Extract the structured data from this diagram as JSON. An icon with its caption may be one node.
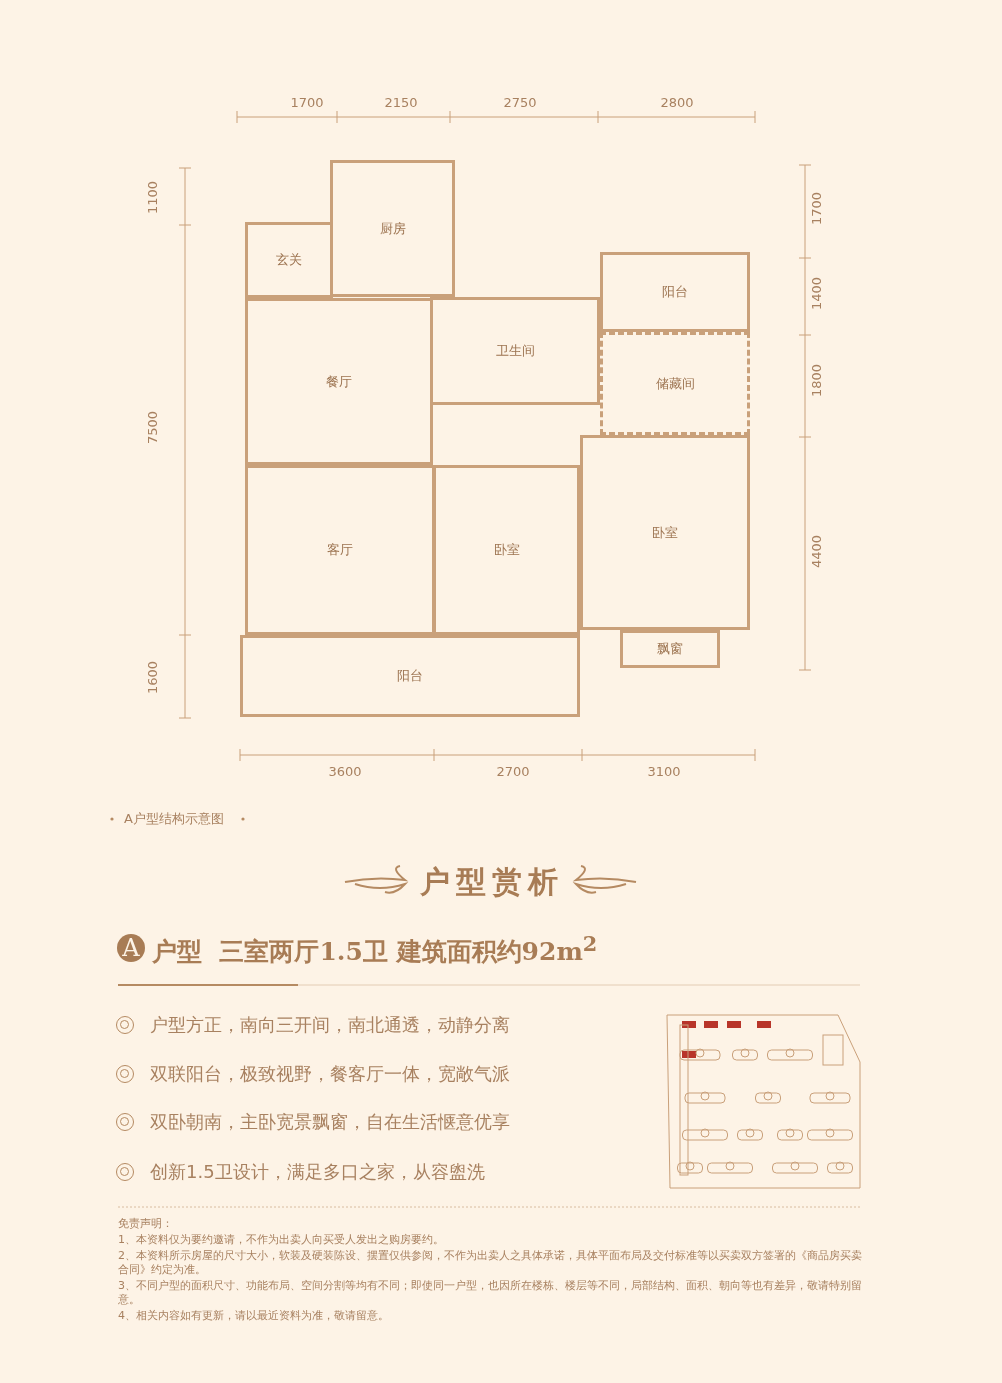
{
  "diagram": {
    "title": "户型赏析",
    "caption": "A户型结构示意图",
    "nodes": [
      {
        "text": [
          "玄关"
        ]
      },
      {
        "text": [
          "厨房"
        ]
      },
      {
        "text": [
          "餐厅"
        ]
      },
      {
        "text": [
          "卫生间"
        ]
      },
      {
        "text": [
          "阳台"
        ]
      },
      {
        "text": [
          "储藏间"
        ]
      },
      {
        "text": [
          "客厅"
        ]
      },
      {
        "text": [
          "卧室"
        ]
      },
      {
        "text": [
          "卧室"
        ]
      },
      {
        "text": [
          "飘窗"
        ]
      },
      {
        "text": [
          "阳台"
        ]
      }
    ],
    "edges": [],
    "labels": [
      "1700",
      "2150",
      "2750",
      "2800",
      "1100",
      "7500",
      "1600",
      "1700",
      "1400",
      "1800",
      "4400",
      "3600",
      "2700",
      "3100",
      "A",
      "户型  三室两厅1.5卫 建筑面积约92m$^{2}$",
      "户型方正，南向三开间，南北通透，动静分离",
      "双联阳台，极致视野，餐客厅一体，宽敞气派",
      "双卧朝南，主卧宽景飘窗，自在生活惬意优享",
      "创新1.5卫设计，满足多口之家，从容盥洗",
      "免责声明：",
      "1、本资料仅为要约邀请，不作为出卖人向买受人发出之购房要约。",
      "2、本资料所示房屋的尺寸大小，软装及硬装陈设、摆置仅供参阅，不作为出卖人之具体承诺，具体平面布局及交付标准等以买卖双方签署的《商品房买卖合同》约定为准。",
      "3、不同户型的面积尺寸、功能布局、空间分割等均有不同；即使同一户型，也因所在楼栋、楼层等不同，局部结构、面积、朝向等也有差异，敬请特别留意。",
      "4、相关内容如有更新，请以最近资料为准，敬请留意。"
    ]
  }
}
